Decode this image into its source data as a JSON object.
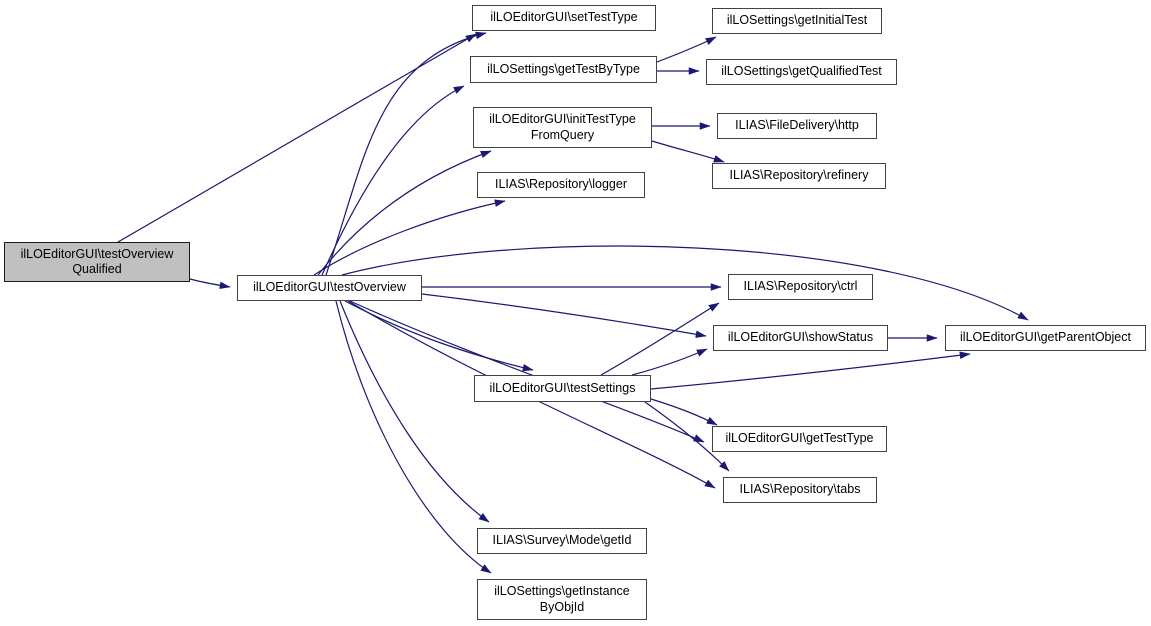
{
  "colors": {
    "edge": "#191970",
    "node_border": "#424242",
    "node_fill": "#ffffff",
    "highlight_fill": "#c0c0c0",
    "text": "#000000",
    "background": "#ffffff"
  },
  "nodes": [
    {
      "id": "testOverviewQualified",
      "label": "ilLOEditorGUI\\testOverview\nQualified",
      "highlighted": true
    },
    {
      "id": "testOverview",
      "label": "ilLOEditorGUI\\testOverview"
    },
    {
      "id": "setTestType",
      "label": "ilLOEditorGUI\\setTestType"
    },
    {
      "id": "getTestByType",
      "label": "ilLOSettings\\getTestByType"
    },
    {
      "id": "getInitialTest",
      "label": "ilLOSettings\\getInitialTest"
    },
    {
      "id": "getQualifiedTest",
      "label": "ilLOSettings\\getQualifiedTest"
    },
    {
      "id": "initTestTypeFromQuery",
      "label": "ilLOEditorGUI\\initTestType\nFromQuery"
    },
    {
      "id": "http",
      "label": "ILIAS\\FileDelivery\\http"
    },
    {
      "id": "refinery",
      "label": "ILIAS\\Repository\\refinery"
    },
    {
      "id": "logger",
      "label": "ILIAS\\Repository\\logger"
    },
    {
      "id": "ctrl",
      "label": "ILIAS\\Repository\\ctrl"
    },
    {
      "id": "showStatus",
      "label": "ilLOEditorGUI\\showStatus"
    },
    {
      "id": "getParentObject",
      "label": "ilLOEditorGUI\\getParentObject"
    },
    {
      "id": "testSettings",
      "label": "ilLOEditorGUI\\testSettings"
    },
    {
      "id": "getTestType",
      "label": "ilLOEditorGUI\\getTestType"
    },
    {
      "id": "tabs",
      "label": "ILIAS\\Repository\\tabs"
    },
    {
      "id": "getId",
      "label": "ILIAS\\Survey\\Mode\\getId"
    },
    {
      "id": "getInstanceByObjId",
      "label": "ilLOSettings\\getInstance\nByObjId"
    }
  ],
  "edges": [
    {
      "from": "testOverviewQualified",
      "to": "setTestType"
    },
    {
      "from": "testOverviewQualified",
      "to": "testOverview"
    },
    {
      "from": "testOverview",
      "to": "setTestType"
    },
    {
      "from": "testOverview",
      "to": "getTestByType"
    },
    {
      "from": "testOverview",
      "to": "initTestTypeFromQuery"
    },
    {
      "from": "testOverview",
      "to": "logger"
    },
    {
      "from": "testOverview",
      "to": "getParentObject"
    },
    {
      "from": "testOverview",
      "to": "ctrl"
    },
    {
      "from": "testOverview",
      "to": "showStatus"
    },
    {
      "from": "testOverview",
      "to": "testSettings"
    },
    {
      "from": "testOverview",
      "to": "getTestType"
    },
    {
      "from": "testOverview",
      "to": "tabs"
    },
    {
      "from": "testOverview",
      "to": "getId"
    },
    {
      "from": "testOverview",
      "to": "getInstanceByObjId"
    },
    {
      "from": "getTestByType",
      "to": "getInitialTest"
    },
    {
      "from": "getTestByType",
      "to": "getQualifiedTest"
    },
    {
      "from": "initTestTypeFromQuery",
      "to": "http"
    },
    {
      "from": "initTestTypeFromQuery",
      "to": "refinery"
    },
    {
      "from": "testSettings",
      "to": "ctrl"
    },
    {
      "from": "testSettings",
      "to": "showStatus"
    },
    {
      "from": "testSettings",
      "to": "getParentObject"
    },
    {
      "from": "testSettings",
      "to": "getTestType"
    },
    {
      "from": "testSettings",
      "to": "tabs"
    },
    {
      "from": "showStatus",
      "to": "getParentObject"
    }
  ]
}
